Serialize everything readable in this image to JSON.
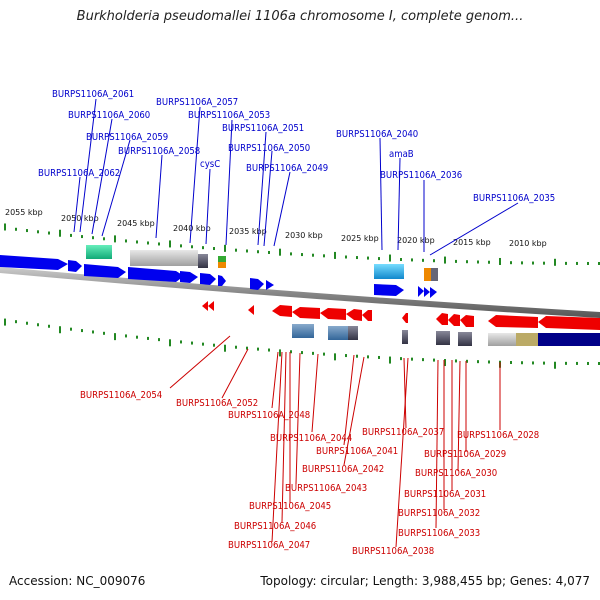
{
  "title": "Burkholderia pseudomallei 1106a chromosome I, complete genom...",
  "accession": "Accession: NC_009076",
  "topology": "Topology: circular; Length: 3,988,455 bp; Genes: 4,077",
  "scale_labels": [
    "2055 kbp",
    "2050 kbp",
    "2045 kbp",
    "2040 kbp",
    "2035 kbp",
    "2030 kbp",
    "2025 kbp",
    "2020 kbp",
    "2015 kbp",
    "2010 kbp"
  ],
  "top_genes": [
    "BURPS1106A_2061",
    "BURPS1106A_2060",
    "BURPS1106A_2059",
    "BURPS1106A_2062",
    "BURPS1106A_2058",
    "BURPS1106A_2057",
    "cysC",
    "BURPS1106A_2053",
    "BURPS1106A_2051",
    "BURPS1106A_2050",
    "BURPS1106A_2049",
    "BURPS1106A_2040",
    "amaB",
    "BURPS1106A_2036",
    "BURPS1106A_2035"
  ],
  "bottom_genes": [
    "BURPS1106A_2054",
    "BURPS1106A_2052",
    "BURPS1106A_2048",
    "BURPS1106A_2044",
    "BURPS1106A_2041",
    "BURPS1106A_2042",
    "BURPS1106A_2043",
    "BURPS1106A_2045",
    "BURPS1106A_2046",
    "BURPS1106A_2047",
    "BURPS1106A_2037",
    "BURPS1106A_2038",
    "BURPS1106A_2033",
    "BURPS1106A_2032",
    "BURPS1106A_2031",
    "BURPS1106A_2030",
    "BURPS1106A_2029",
    "BURPS1106A_2028"
  ],
  "colors": {
    "forward_gene": "#0000ee",
    "reverse_gene": "#ee0000",
    "backbone": "#777777",
    "tick": "#228822",
    "rna_teal": "#33cc99",
    "rna_cyan": "#33aadd",
    "grey_feature": "#bbbbbb",
    "dark_feature": "#444466",
    "navy_feature": "#000088",
    "khaki_feature": "#bbaa66"
  }
}
